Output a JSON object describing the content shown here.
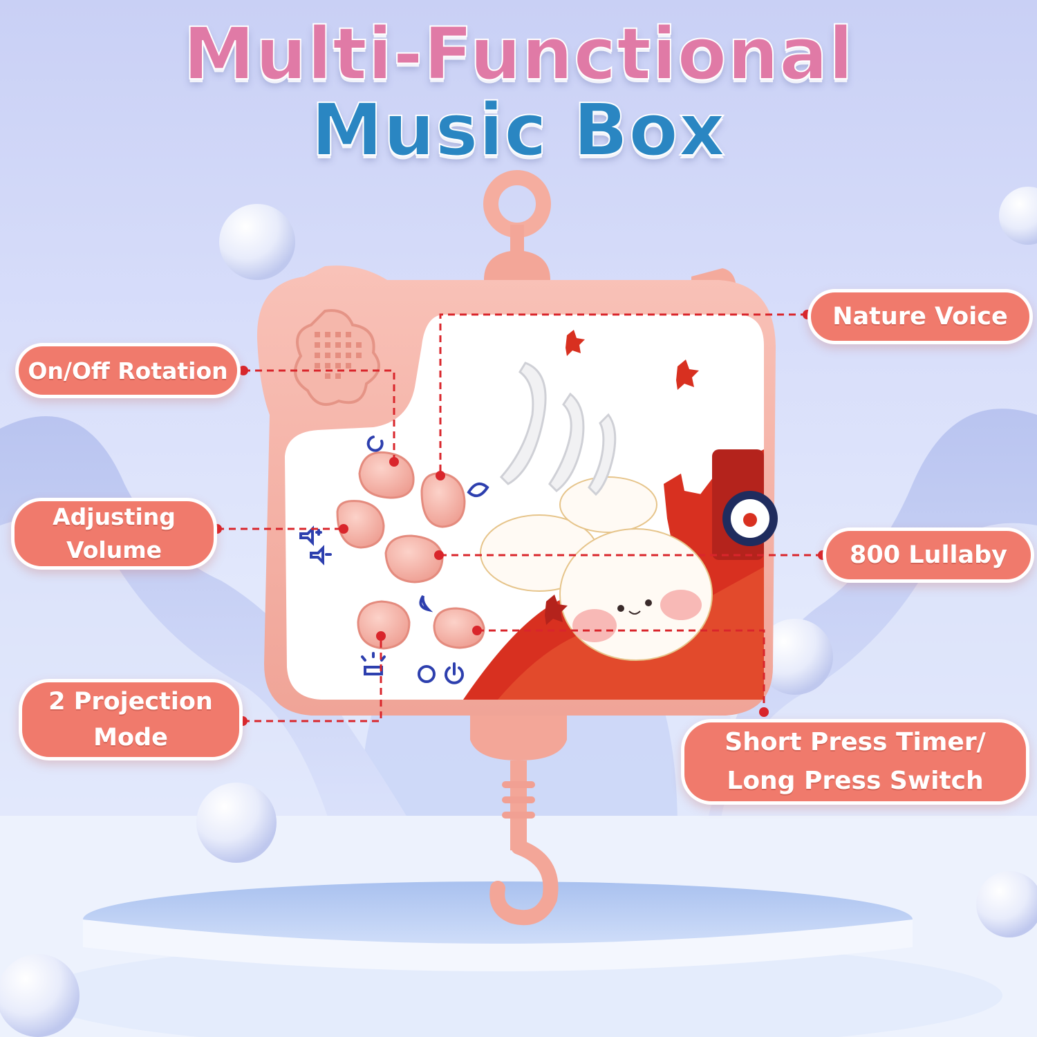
{
  "headline": {
    "line1": "Multi-Functional",
    "line2": "Music Box",
    "line1_color": "#e07aa6",
    "line2_color": "#2a86c2"
  },
  "callouts": {
    "on_off_rotation": "On/Off Rotation",
    "adjusting_volume_1": "Adjusting",
    "adjusting_volume_2": "Volume",
    "projection_mode_1": "2 Projection",
    "projection_mode_2": "Mode",
    "nature_voice": "Nature Voice",
    "lullaby": "800 Lullaby",
    "timer_switch_1": "Short Press Timer/",
    "timer_switch_2": "Long Press Switch"
  },
  "colors": {
    "callout_fill": "#f07a6c",
    "leader_line": "#d9252b",
    "device_shell": "#f6b1a7",
    "button": "#f7b2a8",
    "background": "#d7ddfa"
  },
  "icons": [
    "rotate-icon",
    "volume-up-icon",
    "volume-down-icon",
    "leaf-icon",
    "moon-icon",
    "projector-icon",
    "timer-icon",
    "power-icon",
    "speaker-grille-icon",
    "hanger-ring-icon",
    "hook-icon"
  ]
}
